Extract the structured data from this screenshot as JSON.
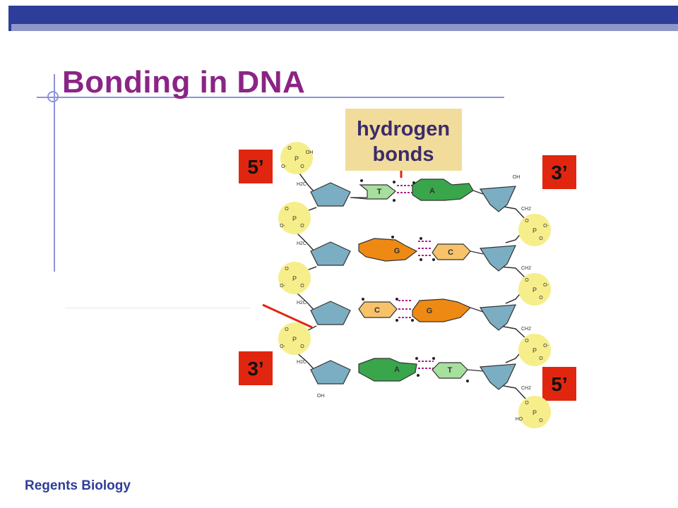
{
  "slide": {
    "title": "Bonding in DNA",
    "footer": "Regents Biology"
  },
  "diagram": {
    "callout_label_line1": "hydrogen",
    "callout_label_line2": "bonds",
    "end_labels": {
      "top_left": "5’",
      "top_right": "3’",
      "bottom_left": "3’",
      "bottom_right": "5’"
    },
    "base_pairs": [
      {
        "left": "T",
        "right": "A"
      },
      {
        "left": "G",
        "right": "C"
      },
      {
        "left": "C",
        "right": "G"
      },
      {
        "left": "A",
        "right": "T"
      }
    ],
    "small_labels": {
      "oh": "OH",
      "ho": "HO",
      "h2c": "H2C",
      "ch2": "CH2",
      "p": "P",
      "o": "O",
      "o_minus": "O-"
    },
    "colors": {
      "title": "#8b2486",
      "header_bar": "#2e3d99",
      "end_label_box": "#e1260f",
      "callout_box": "#f1dc9c",
      "phosphate": "#f6ee8a",
      "sugar": "#7baec3",
      "adenine": "#3aa64b",
      "thymine": "#a6df9e",
      "guanine": "#ee8a14",
      "cytosine": "#f7c26a",
      "hydrogen_bond": "#b0208c"
    }
  }
}
